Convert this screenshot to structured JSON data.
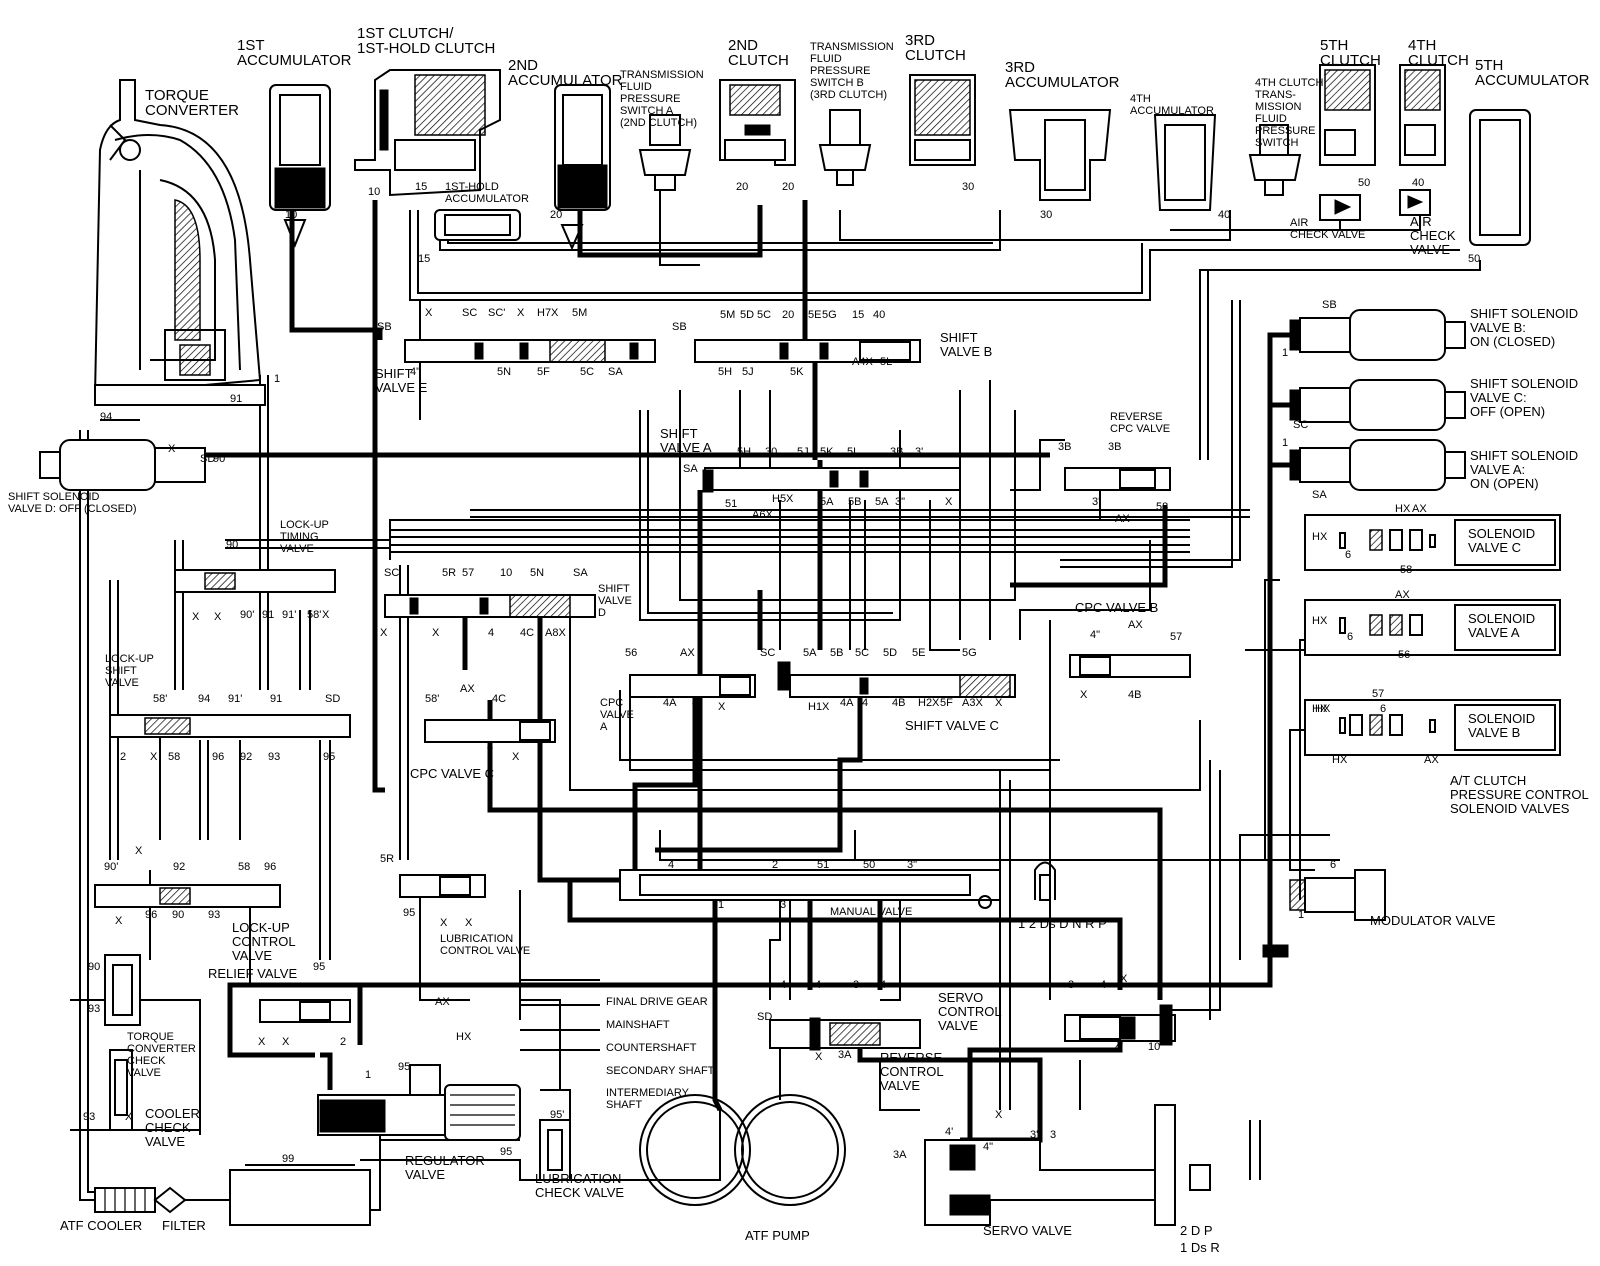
{
  "components": {
    "torque_converter": "TORQUE\nCONVERTER",
    "acc_1st": "1ST\nACCUMULATOR",
    "clutch_1st": "1ST CLUTCH/\n1ST-HOLD CLUTCH",
    "acc_2nd": "2ND\nACCUMULATOR",
    "tfps_a": "TRANSMISSION\nFLUID\nPRESSURE\nSWITCH A\n(2ND CLUTCH)",
    "clutch_2nd": "2ND\nCLUTCH",
    "tfps_b": "TRANSMISSION\nFLUID\nPRESSURE\nSWITCH B\n(3RD CLUTCH)",
    "clutch_3rd": "3RD\nCLUTCH",
    "acc_3rd": "3RD\nACCUMULATOR",
    "acc_4th": "4TH\nACCUMULATOR",
    "tfps_4th": "4TH CLUTCH\nTRANS-\nMISSION\nFLUID\nPRESSURE\nSWITCH",
    "clutch_5th": "5TH\nCLUTCH",
    "clutch_4th": "4TH\nCLUTCH",
    "acc_5th": "5TH\nACCUMULATOR",
    "acc_1st_hold": "1ST-HOLD\nACCUMULATOR",
    "air_check_1": "AIR\nCHECK VALVE",
    "air_check_2": "AIR\nCHECK\nVALVE",
    "shift_valve_e": "SHIFT\nVALVE E",
    "shift_valve_b": "SHIFT\nVALVE B",
    "shift_valve_a": "SHIFT\nVALVE A",
    "shift_valve_d": "SHIFT\nVALVE\nD",
    "shift_valve_c": "SHIFT VALVE C",
    "reverse_cpc": "REVERSE\nCPC VALVE",
    "ss_b": "SHIFT SOLENOID\nVALVE B:\nON (CLOSED)",
    "ss_c": "SHIFT SOLENOID\nVALVE C:\nOFF (OPEN)",
    "ss_a": "SHIFT SOLENOID\nVALVE A:\nON (OPEN)",
    "ss_d": "SHIFT SOLENOID\nVALVE D: OFF (CLOSED)",
    "sol_c": "SOLENOID\nVALVE C",
    "sol_a": "SOLENOID\nVALVE A",
    "sol_b": "SOLENOID\nVALVE B",
    "at_clutch": "A/T CLUTCH\nPRESSURE CONTROL\nSOLENOID VALVES",
    "lockup_timing": "LOCK-UP\nTIMING\nVALVE",
    "lockup_shift": "LOCK-UP\nSHIFT\nVALVE",
    "cpc_valve_a": "CPC\nVALVE\nA",
    "cpc_valve_c": "CPC VALVE C",
    "cpc_valve_b": "CPC VALVE B",
    "manual_valve": "MANUAL VALVE",
    "modulator": "MODULATOR VALVE",
    "lockup_control": "LOCK-UP\nCONTROL\nVALVE",
    "relief": "RELIEF VALVE",
    "lub_control": "LUBRICATION\nCONTROL VALVE",
    "servo_control": "SERVO\nCONTROL\nVALVE",
    "reverse_control": "REVERSE\nCONTROL\nVALVE",
    "tc_check": "TORQUE\nCONVERTER\nCHECK\nVALVE",
    "cooler_check": "COOLER\nCHECK\nVALVE",
    "regulator": "REGULATOR\nVALVE",
    "lub_check": "LUBRICATION\nCHECK VALVE",
    "atf_pump": "ATF PUMP",
    "servo_valve": "SERVO VALVE",
    "atf_cooler": "ATF COOLER",
    "filter": "FILTER",
    "final_drive": "FINAL DRIVE GEAR",
    "mainshaft": "MAINSHAFT",
    "countershaft": "COUNTERSHAFT",
    "secondary_shaft": "SECONDARY SHAFT",
    "intermediary_shaft": "INTERMEDIARY\nSHAFT",
    "gear_positions": "1 2 Ds D N R   P",
    "servo_positions_top": "2  D     P",
    "servo_positions_bot": "1  Ds    R"
  },
  "port_labels": [
    "10",
    "10",
    "15",
    "15",
    "20",
    "20",
    "20",
    "30",
    "30",
    "40",
    "50",
    "40",
    "50",
    "SB",
    "X",
    "SC",
    "SC'",
    "X",
    "H7X",
    "5M",
    "4\"",
    "5N",
    "5F",
    "5C",
    "SA",
    "SB",
    "5M",
    "5D",
    "5C",
    "20",
    "5E",
    "5G",
    "15",
    "40",
    "5H",
    "5J",
    "5K",
    "A4X",
    "5L",
    "5H",
    "30",
    "5J",
    "5K",
    "5L",
    "3B",
    "3'",
    "SA",
    "51",
    "H5X",
    "A6X",
    "5A",
    "5B",
    "5A",
    "3\"",
    "X",
    "3B",
    "3B",
    "3'",
    "AX",
    "58",
    "SB",
    "1",
    "SC",
    "1",
    "SA",
    "HX",
    "AX",
    "HX",
    "6",
    "58",
    "HX",
    "AX",
    "HX",
    "6",
    "56",
    "HX",
    "6",
    "57",
    "HX",
    "AX",
    "SD",
    "X",
    "90",
    "94",
    "91",
    "1",
    "90",
    "90'",
    "91",
    "91'",
    "58'",
    "X",
    "X",
    "X",
    "SC'",
    "5R",
    "57",
    "10",
    "5N",
    "SA",
    "X",
    "X",
    "4",
    "4C",
    "A8X",
    "56",
    "AX",
    "SC",
    "5A",
    "5B",
    "5C",
    "5D",
    "5E",
    "5G",
    "4A",
    "4",
    "X",
    "H1X",
    "4A",
    "4",
    "4B",
    "H2X",
    "5F",
    "A3X",
    "X",
    "58'",
    "AX",
    "4C",
    "4",
    "X",
    "4\"",
    "AX",
    "57",
    "X",
    "4B",
    "58'",
    "94",
    "91'",
    "91",
    "SD",
    "2",
    "X",
    "58",
    "96",
    "92",
    "93",
    "95",
    "X",
    "90'",
    "92",
    "58",
    "96",
    "X",
    "96",
    "90",
    "93",
    "5R",
    "95",
    "X",
    "X",
    "4",
    "2",
    "51",
    "50",
    "3\"",
    "1",
    "3",
    "6",
    "1",
    "90",
    "93",
    "95",
    "X",
    "X",
    "2",
    "AX",
    "HX",
    "93",
    "X",
    "1",
    "92",
    "1",
    "95",
    "95'",
    "95",
    "99",
    "SD",
    "4",
    "4",
    "3",
    "4",
    "X",
    "3A",
    "3",
    "4",
    "X",
    "4'",
    "10",
    "4'",
    "X",
    "4\"",
    "3'",
    "3",
    "3A"
  ]
}
